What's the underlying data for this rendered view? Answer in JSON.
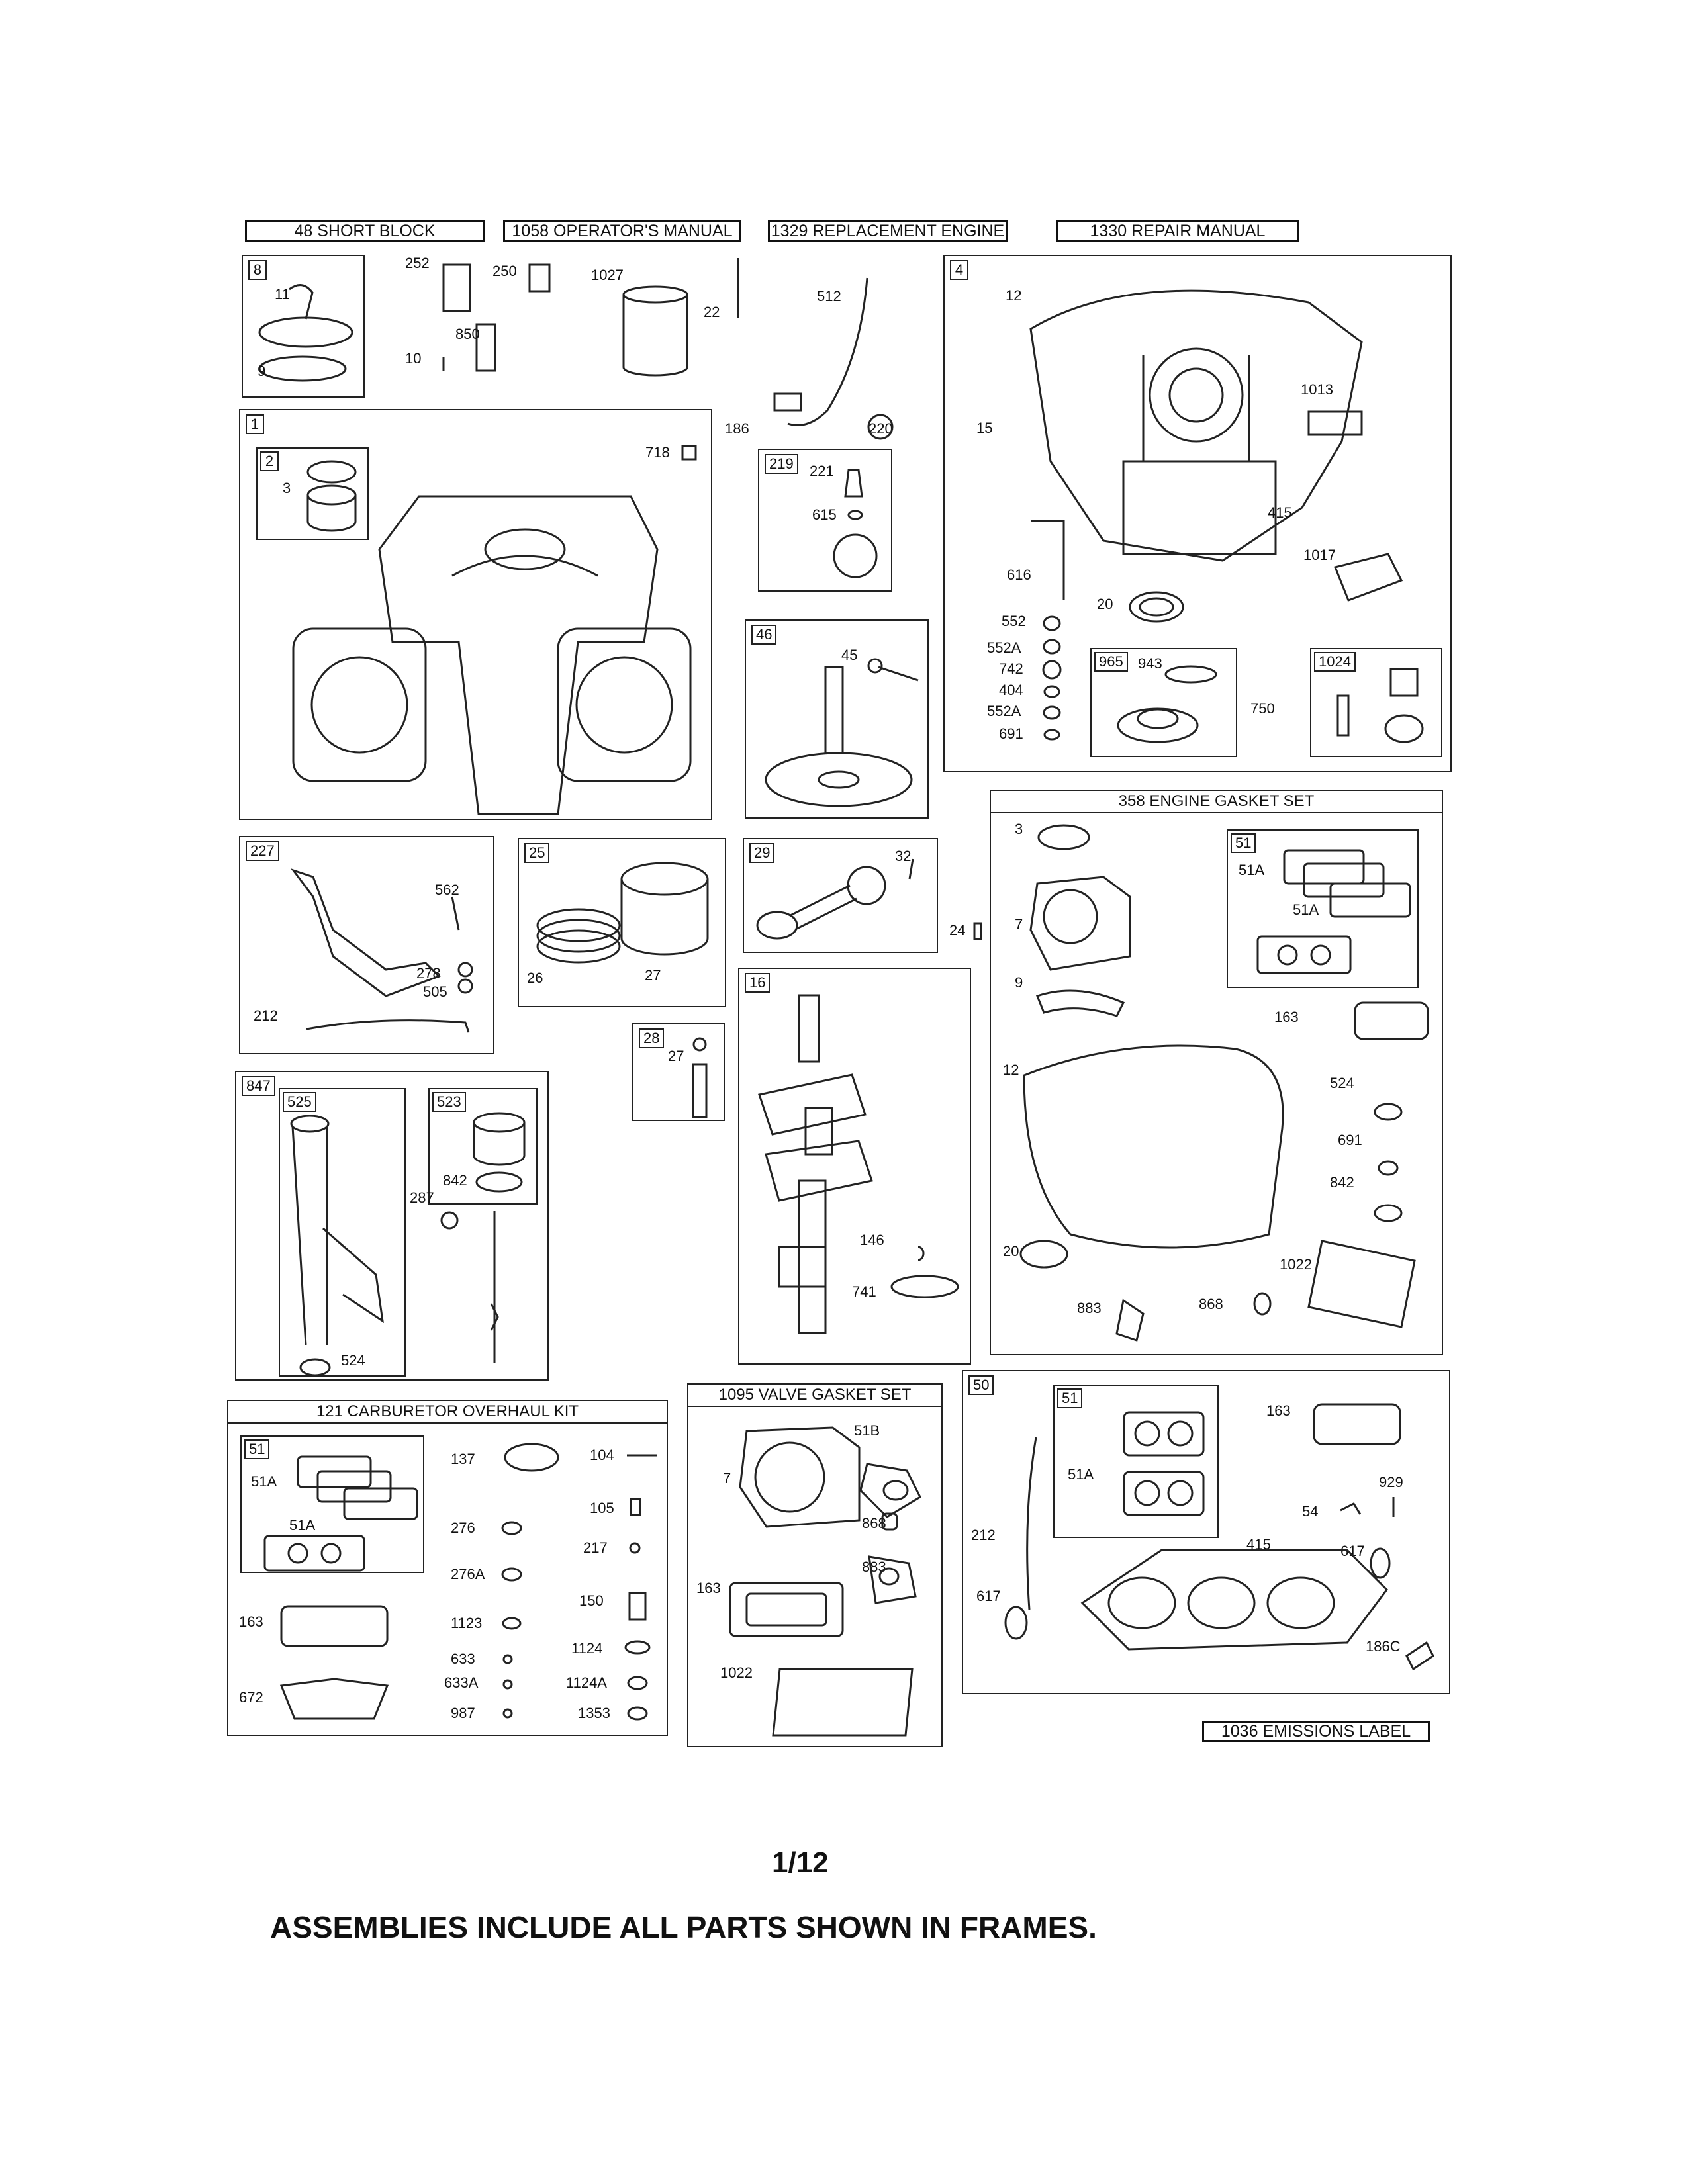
{
  "top_assemblies": [
    {
      "num": "48",
      "label": "SHORT BLOCK"
    },
    {
      "num": "1058",
      "label": "OPERATOR'S MANUAL"
    },
    {
      "num": "1329",
      "label": "REPLACEMENT ENGINE"
    },
    {
      "num": "1330",
      "label": "REPAIR MANUAL"
    }
  ],
  "frames": {
    "f8": {
      "tag": "8",
      "parts": [
        "11",
        "9",
        "252",
        "250",
        "850",
        "10"
      ]
    },
    "loose_top": {
      "parts": [
        "1027",
        "22",
        "512",
        "186",
        "220"
      ]
    },
    "f4": {
      "tag": "4",
      "parts": [
        "12",
        "1013",
        "15",
        "415",
        "1017",
        "616",
        "20",
        "552",
        "552A",
        "742",
        "404",
        "552A",
        "691",
        "750"
      ],
      "sub965": {
        "tag": "965",
        "parts": [
          "943"
        ]
      },
      "sub1024": {
        "tag": "1024"
      }
    },
    "f1": {
      "tag": "1",
      "parts": [
        "718"
      ],
      "sub2": {
        "tag": "2",
        "parts": [
          "3"
        ]
      }
    },
    "f219": {
      "tag": "219",
      "parts": [
        "221",
        "615"
      ]
    },
    "f46": {
      "tag": "46",
      "parts": [
        "45"
      ]
    },
    "f227": {
      "tag": "227",
      "parts": [
        "562",
        "278",
        "505",
        "212"
      ]
    },
    "f25": {
      "tag": "25",
      "parts": [
        "26",
        "27"
      ]
    },
    "f29": {
      "tag": "29",
      "parts": [
        "32"
      ]
    },
    "loose_24": "24",
    "f28": {
      "tag": "28",
      "parts": [
        "27"
      ]
    },
    "f16": {
      "tag": "16",
      "parts": [
        "146",
        "741"
      ]
    },
    "f358": {
      "title": "358 ENGINE GASKET SET",
      "parts": [
        "3",
        "7",
        "9",
        "163",
        "12",
        "524",
        "691",
        "842",
        "20",
        "1022",
        "883",
        "868"
      ],
      "sub51": {
        "tag": "51",
        "parts": [
          "51A",
          "51A"
        ]
      }
    },
    "f847": {
      "tag": "847",
      "sub525": {
        "tag": "525",
        "parts": [
          "524"
        ]
      },
      "sub523": {
        "tag": "523",
        "parts": [
          "842",
          "287"
        ]
      }
    },
    "f121": {
      "title": "121 CARBURETOR OVERHAUL KIT",
      "sub51": {
        "tag": "51",
        "parts": [
          "51A",
          "51A"
        ]
      },
      "parts": [
        "163",
        "672",
        "137",
        "276",
        "276A",
        "1123",
        "633",
        "633A",
        "987",
        "104",
        "105",
        "217",
        "150",
        "1124",
        "1124A",
        "1353"
      ]
    },
    "f1095": {
      "title": "1095 VALVE GASKET SET",
      "parts": [
        "7",
        "51B",
        "868",
        "883",
        "163",
        "1022"
      ]
    },
    "f50": {
      "tag": "50",
      "sub51": {
        "tag": "51",
        "parts": [
          "51A"
        ]
      },
      "parts": [
        "163",
        "929",
        "54",
        "415",
        "617",
        "212",
        "617",
        "186C"
      ]
    },
    "emissions": {
      "num": "1036",
      "label": "EMISSIONS LABEL"
    }
  },
  "page_number": "1/12",
  "footer": "ASSEMBLIES INCLUDE ALL PARTS SHOWN IN FRAMES."
}
